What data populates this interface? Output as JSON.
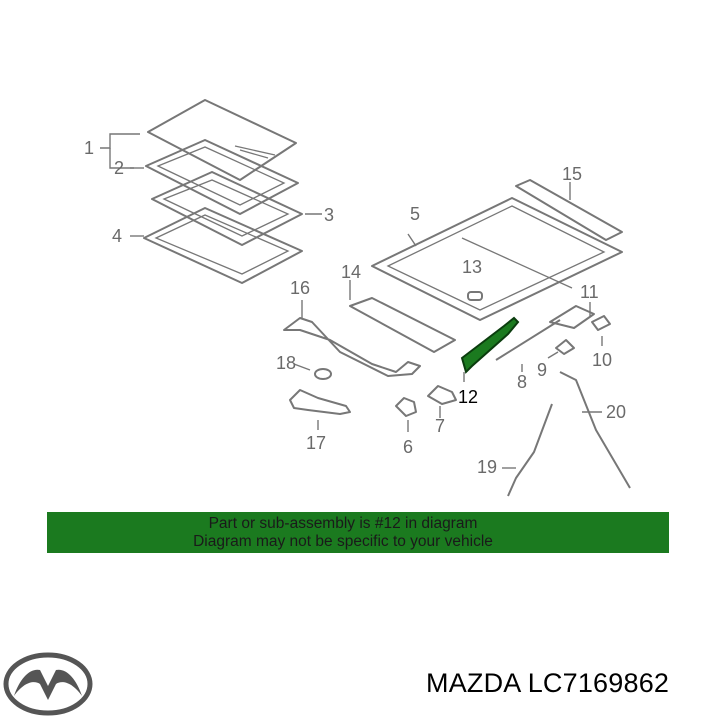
{
  "callouts": [
    "1",
    "2",
    "3",
    "4",
    "5",
    "6",
    "7",
    "8",
    "9",
    "10",
    "11",
    "12",
    "13",
    "14",
    "15",
    "16",
    "17",
    "18",
    "19",
    "20"
  ],
  "highlight_callout": "12",
  "highlight_color": "#1b7a1f",
  "banner": {
    "line1": "Part or sub-assembly is #12 in diagram",
    "line2": "Diagram may not be specific to your vehicle",
    "color": "#1b7a1f"
  },
  "brand_logo": "mazda-logo",
  "part_number": "MAZDA LC7169862"
}
